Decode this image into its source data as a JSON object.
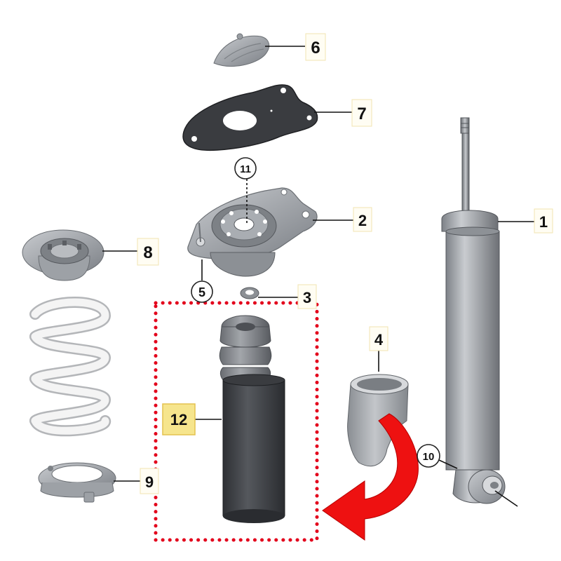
{
  "callouts": [
    {
      "id": "1",
      "style": "box"
    },
    {
      "id": "2",
      "style": "box"
    },
    {
      "id": "3",
      "style": "box"
    },
    {
      "id": "4",
      "style": "box"
    },
    {
      "id": "5",
      "style": "circle"
    },
    {
      "id": "6",
      "style": "box"
    },
    {
      "id": "7",
      "style": "box"
    },
    {
      "id": "8",
      "style": "box"
    },
    {
      "id": "9",
      "style": "box"
    },
    {
      "id": "10",
      "style": "circle"
    },
    {
      "id": "11",
      "style": "circle"
    },
    {
      "id": "12",
      "style": "highlight-box"
    }
  ],
  "colors": {
    "part_gray": "#a9adb3",
    "part_dark": "#5b5e63",
    "boot_black": "#3f4246",
    "spring_white": "#f2f2f2",
    "highlight_dots": "#e3001b",
    "arrow_red": "#ee1111",
    "label_highlight": "#f6e58d"
  }
}
